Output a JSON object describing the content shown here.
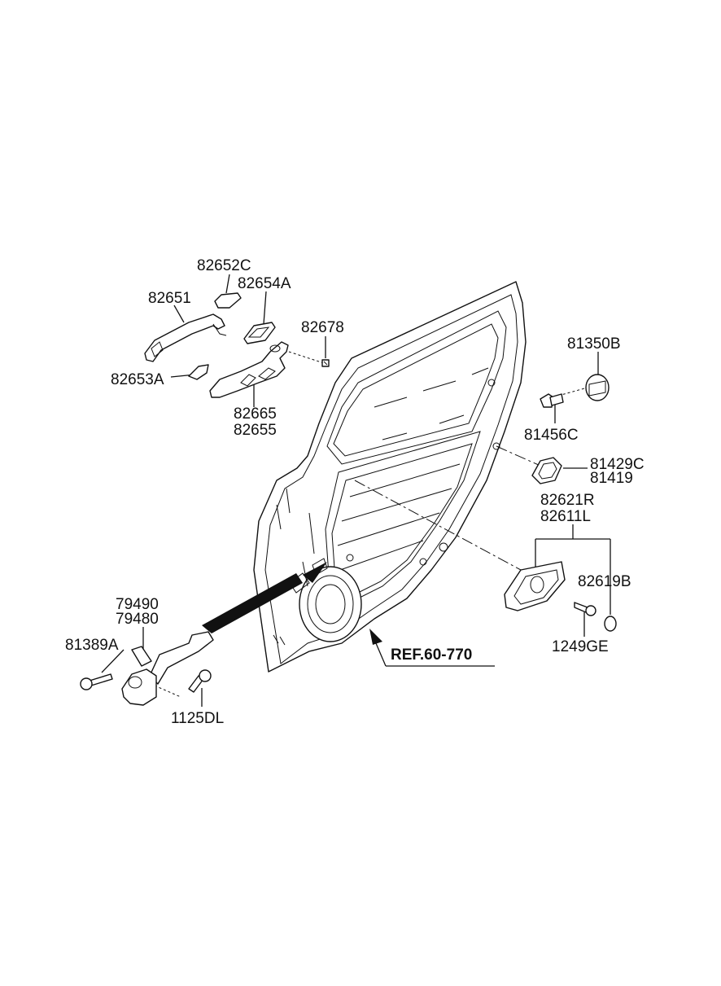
{
  "labels": {
    "p82652C": "82652C",
    "p82654A": "82654A",
    "p82651": "82651",
    "p82678": "82678",
    "p82653A": "82653A",
    "p82665": "82665",
    "p82655": "82655",
    "p81350B": "81350B",
    "p81456C": "81456C",
    "p81429C": "81429C",
    "p81419": "81419",
    "p82621R": "82621R",
    "p82611L": "82611L",
    "p82619B": "82619B",
    "p1249GE": "1249GE",
    "p79490": "79490",
    "p79480": "79480",
    "p81389A": "81389A",
    "p1125DL": "1125DL",
    "ref": "REF.60-770"
  }
}
